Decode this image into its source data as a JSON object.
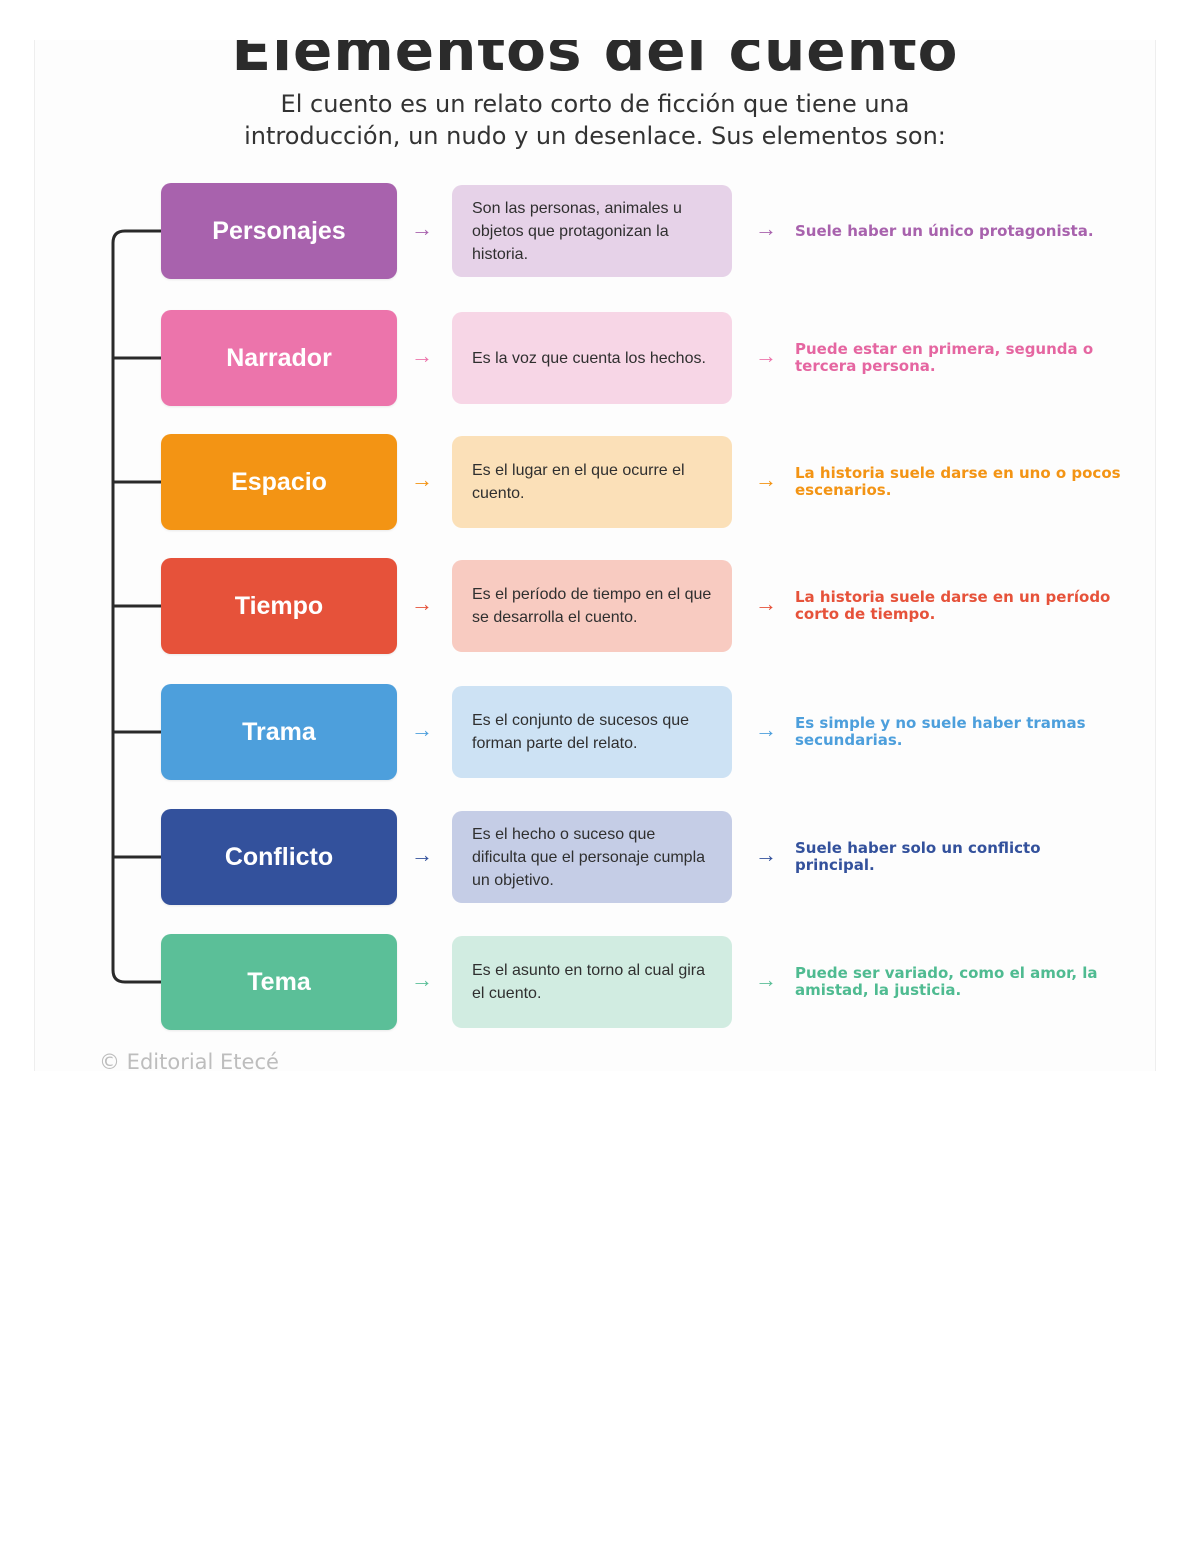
{
  "title": "Elementos del cuento",
  "intro": {
    "line1": "El cuento es un relato corto de ficción que tiene una",
    "line2": "introducción, un nudo y un desenlace. Sus elementos son:"
  },
  "arrow_glyph": "→",
  "elements": [
    {
      "label": "Personajes",
      "definition": "Son las personas, animales u objetos que protagonizan la historia.",
      "note": "Suele haber un único protagonista.",
      "color": "#a862ad",
      "light": "#e6d2e8",
      "note_color": "#a862ad"
    },
    {
      "label": "Narrador",
      "definition": "Es la voz que cuenta los hechos.",
      "note": "Puede estar en primera, segunda o tercera persona.",
      "color": "#ec74ab",
      "light": "#f7d6e6",
      "note_color": "#e566a1"
    },
    {
      "label": "Espacio",
      "definition": "Es el lugar en el que ocurre el cuento.",
      "note": "La historia suele darse en uno o pocos escenarios.",
      "color": "#f39414",
      "light": "#fbe0b8",
      "note_color": "#f39414"
    },
    {
      "label": "Tiempo",
      "definition": "Es el período de tiempo en el que se desarrolla el cuento.",
      "note": "La historia suele darse en un período corto de tiempo.",
      "color": "#e6523a",
      "light": "#f8cbc1",
      "note_color": "#e6523a"
    },
    {
      "label": "Trama",
      "definition": "Es el conjunto de sucesos que forman parte del relato.",
      "note": "Es simple y no suele haber tramas secundarias.",
      "color": "#4d9fdc",
      "light": "#cde2f4",
      "note_color": "#4d9fdc"
    },
    {
      "label": "Conflicto",
      "definition": "Es el hecho o suceso que dificulta que el personaje cumpla un objetivo.",
      "note": "Suele haber solo un conflicto principal.",
      "color": "#33519c",
      "light": "#c5cde6",
      "note_color": "#33519c"
    },
    {
      "label": "Tema",
      "definition": "Es el asunto en torno al cual gira el cuento.",
      "note": "Puede ser variado, como el amor, la amistad, la justicia.",
      "color": "#5bbf98",
      "light": "#d1ece1",
      "note_color": "#4fbb91"
    }
  ],
  "footer": "© Editorial Etecé"
}
